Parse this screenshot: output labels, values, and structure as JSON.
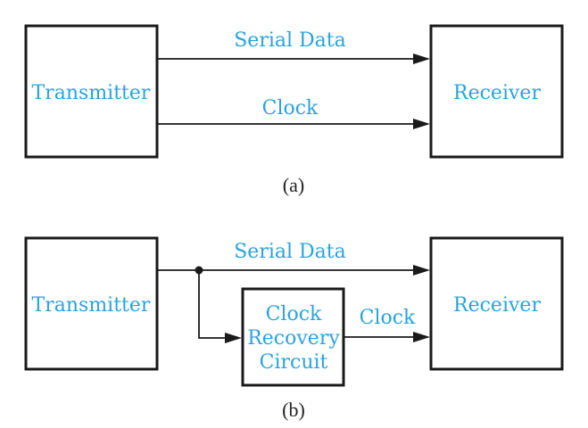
{
  "colors": {
    "label": "#29a3dc",
    "line": "#1a1a1a"
  },
  "diagram_a": {
    "transmitter": "Transmitter",
    "receiver": "Receiver",
    "serial_data": "Serial Data",
    "clock": "Clock",
    "caption": "(a)"
  },
  "diagram_b": {
    "transmitter": "Transmitter",
    "receiver": "Receiver",
    "serial_data": "Serial Data",
    "clock": "Clock",
    "recovery_line1": "Clock",
    "recovery_line2": "Recovery",
    "recovery_line3": "Circuit",
    "caption": "(b)"
  }
}
